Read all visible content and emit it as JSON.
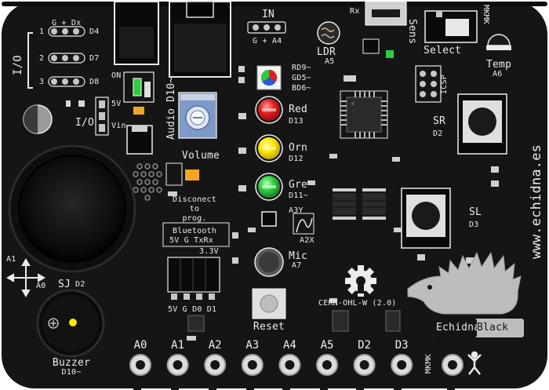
{
  "board": {
    "name": "EchidnaBlack",
    "website": "www.echidna.es",
    "license": "CERN-OHL-W (2.0)",
    "colors": {
      "pcb": "#151515",
      "silk": "#ececec",
      "gold": "#c7c7c7",
      "red": "#e31e1e",
      "yellow": "#ffe600",
      "green": "#2ecc40",
      "blue_pot": "#7f9ac9"
    }
  },
  "left": {
    "io_label": "I/O",
    "header_label": "G + Dx",
    "pins": [
      "D4",
      "D7",
      "D8"
    ],
    "pin_numbers": [
      "1",
      "2",
      "3"
    ],
    "switch_label": "I/O",
    "power_label": "ON",
    "voltage_5v": "5V",
    "vin": "Vin",
    "joystick_axes": {
      "x": "A0",
      "y": "A1"
    },
    "joystick_name": "SJ",
    "joystick_pin": "D2",
    "buzzer_label": "Buzzer",
    "buzzer_pin": "D10~"
  },
  "center": {
    "in_label": "IN",
    "in_header": "G + A4",
    "audio_label": "Audio D10~",
    "volume_label": "Volume",
    "rgb_labels": [
      "RD9~",
      "GD5~",
      "BD6~"
    ],
    "leds": [
      {
        "name": "Red",
        "pin": "D13"
      },
      {
        "name": "Orn",
        "pin": "D12"
      },
      {
        "name": "Gre",
        "pin": "D11~"
      }
    ],
    "accel_labels": [
      "A3Y",
      "A2X"
    ],
    "bt_note": [
      "Disconect",
      "to",
      "prog.",
      "Bluetooth"
    ],
    "bt_pins": "5V G TxRx",
    "bt_voltage": "3.3V",
    "bt_header": "5V G D0 D1",
    "mic_label": "Mic",
    "mic_pin": "A7",
    "reset_label": "Reset"
  },
  "right": {
    "rx": "Rx",
    "ldr": "LDR",
    "ldr_pin": "A5",
    "sens": "Sens",
    "select": "Select",
    "mkmk_top": "MKMK",
    "temp": "Temp",
    "temp_pin": "A6",
    "icsp": "ICSP",
    "sr_label": "SR",
    "sr_pin": "D2",
    "sl_label": "SL",
    "sl_pin": "D3"
  },
  "bottom_pads": [
    "A0",
    "A1",
    "A2",
    "A3",
    "A4",
    "A5",
    "D2",
    "D3"
  ],
  "bottom_mkmk": "MKMK"
}
